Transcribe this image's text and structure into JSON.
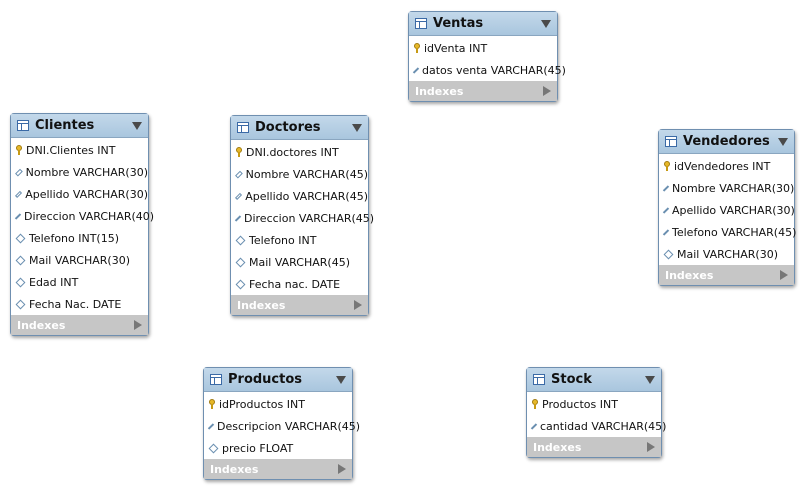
{
  "indexes_label": "Indexes",
  "tables": {
    "ventas": {
      "name": "Ventas",
      "columns": [
        {
          "text": "idVenta INT",
          "pk": true
        },
        {
          "text": "datos venta VARCHAR(45)",
          "pk": false
        }
      ]
    },
    "clientes": {
      "name": "Clientes",
      "columns": [
        {
          "text": "DNI.Clientes INT",
          "pk": true
        },
        {
          "text": "Nombre VARCHAR(30)",
          "pk": false
        },
        {
          "text": "Apellido VARCHAR(30)",
          "pk": false
        },
        {
          "text": "Direccion VARCHAR(40)",
          "pk": false
        },
        {
          "text": "Telefono INT(15)",
          "pk": false
        },
        {
          "text": "Mail VARCHAR(30)",
          "pk": false
        },
        {
          "text": "Edad INT",
          "pk": false
        },
        {
          "text": "Fecha Nac. DATE",
          "pk": false
        }
      ]
    },
    "doctores": {
      "name": "Doctores",
      "columns": [
        {
          "text": "DNI.doctores INT",
          "pk": true
        },
        {
          "text": "Nombre VARCHAR(45)",
          "pk": false
        },
        {
          "text": "Apellido VARCHAR(45)",
          "pk": false
        },
        {
          "text": "Direccion VARCHAR(45)",
          "pk": false
        },
        {
          "text": "Telefono INT",
          "pk": false
        },
        {
          "text": "Mail VARCHAR(45)",
          "pk": false
        },
        {
          "text": "Fecha nac. DATE",
          "pk": false
        }
      ]
    },
    "vendedores": {
      "name": "Vendedores",
      "columns": [
        {
          "text": "idVendedores INT",
          "pk": true
        },
        {
          "text": "Nombre VARCHAR(30)",
          "pk": false
        },
        {
          "text": "Apellido VARCHAR(30)",
          "pk": false
        },
        {
          "text": "Telefono VARCHAR(45)",
          "pk": false
        },
        {
          "text": "Mail VARCHAR(30)",
          "pk": false
        }
      ]
    },
    "productos": {
      "name": "Productos",
      "columns": [
        {
          "text": "idProductos INT",
          "pk": true
        },
        {
          "text": "Descripcion VARCHAR(45)",
          "pk": false
        },
        {
          "text": "precio FLOAT",
          "pk": false
        }
      ]
    },
    "stock": {
      "name": "Stock",
      "columns": [
        {
          "text": "Productos INT",
          "pk": true
        },
        {
          "text": "cantidad VARCHAR(45)",
          "pk": false
        }
      ]
    }
  }
}
